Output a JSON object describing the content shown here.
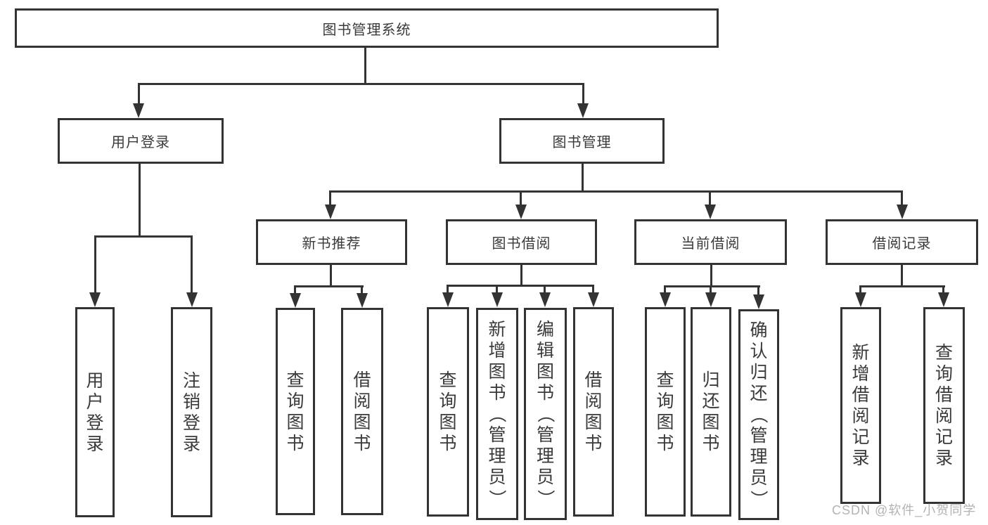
{
  "tree": {
    "root": {
      "label": "图书管理系统"
    },
    "branches": [
      {
        "label": "用户登录",
        "children": [
          {
            "label": "用户登录"
          },
          {
            "label": "注销登录"
          }
        ]
      },
      {
        "label": "图书管理",
        "children": [
          {
            "label": "新书推荐",
            "children": [
              {
                "label": "查询图书"
              },
              {
                "label": "借阅图书"
              }
            ]
          },
          {
            "label": "图书借阅",
            "children": [
              {
                "label": "查询图书"
              },
              {
                "label": "新增图书（管理员）"
              },
              {
                "label": "编辑图书（管理员）"
              },
              {
                "label": "借阅图书"
              }
            ]
          },
          {
            "label": "当前借阅",
            "children": [
              {
                "label": "查询图书"
              },
              {
                "label": "归还图书"
              },
              {
                "label": "确认归还（管理员）"
              }
            ]
          },
          {
            "label": "借阅记录",
            "children": [
              {
                "label": "新增借阅记录"
              },
              {
                "label": "查询借阅记录"
              }
            ]
          }
        ]
      }
    ]
  },
  "watermark": {
    "text": "CSDN @软件_小贺同学"
  },
  "colors": {
    "line": "#333333",
    "box_background": "#ffffff",
    "text": "#3a3a3a",
    "watermark": "#b3b3b3"
  }
}
